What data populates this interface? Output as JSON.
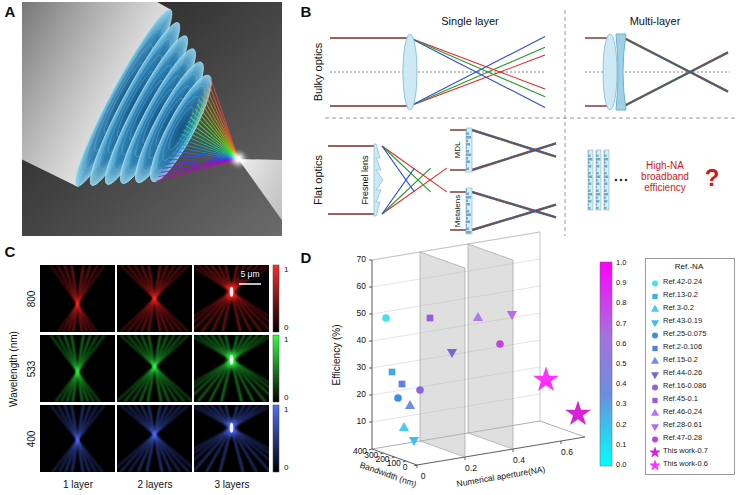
{
  "diagram": {
    "labels": [
      "A",
      "B",
      "Single layer",
      "Multi-layer",
      "Bulky optics",
      "Flat optics",
      "Fresnel lens",
      "MDL",
      "Metalens",
      "High-NA broadband efficiency",
      "?",
      "C",
      "800",
      "533",
      "400",
      "Wavelength (nm)",
      "5 μm",
      "1 layer",
      "2 layers",
      "3 layers",
      "1",
      "0",
      "1",
      "0",
      "1",
      "0",
      "D",
      "Efficiency (%)",
      "70",
      "60",
      "50",
      "40",
      "30",
      "20",
      "10",
      "Bandwidth (nm)",
      "400",
      "300",
      "200",
      "100",
      "0",
      "0",
      "0.2",
      "0.4",
      "0.6",
      "Numerical aperture(NA)",
      "1.0",
      "0.9",
      "0.8",
      "0.7",
      "0.6",
      "0.5",
      "0.4",
      "0.3",
      "0.2",
      "0.1",
      "0.0",
      "Ref.-NA"
    ],
    "legend": [
      {
        "text": "Ref.42-0.24"
      },
      {
        "text": "Ref.13-0.2"
      },
      {
        "text": "Ref.3-0.2"
      },
      {
        "text": "Ref.43-0.19"
      },
      {
        "text": "Ref.25-0.075"
      },
      {
        "text": "Ref.2-0.106"
      },
      {
        "text": "Ref.15-0.2"
      },
      {
        "text": "Ref.44-0.26"
      },
      {
        "text": "Ref.16-0.086"
      },
      {
        "text": "Ref.45-0.1"
      },
      {
        "text": "Ref.46-0.24"
      },
      {
        "text": "Ref.28-0.61"
      },
      {
        "text": "Ref.47-0.28"
      },
      {
        "text": "This work-0.7"
      },
      {
        "text": "This work-0.6"
      }
    ]
  }
}
